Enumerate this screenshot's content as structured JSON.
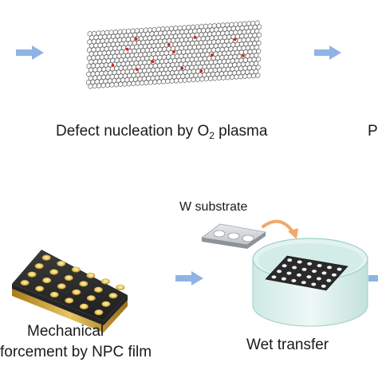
{
  "labels": {
    "defect_prefix": "Defect nucleation by O",
    "defect_sub": "2",
    "defect_suffix": " plasma",
    "partial_right": "P",
    "w_substrate": "W substrate",
    "mechanical_line1": "Mechanical",
    "mechanical_line2": "forcement by NPC film",
    "wet_transfer": "Wet transfer"
  },
  "colors": {
    "arrow": "#8fb4e3",
    "defect": "#d81b1b",
    "graphene_line": "#6b6b6b",
    "npc_film": "#333333",
    "npc_hole_fill": "#e8c65a",
    "substrate": "#d6d9dc",
    "water": "#dcefed",
    "transfer_arrow": "#f2a86a"
  },
  "icons": {
    "flow_arrow": "block-arrow-icon",
    "transfer_arrow": "curved-arrow-icon"
  }
}
